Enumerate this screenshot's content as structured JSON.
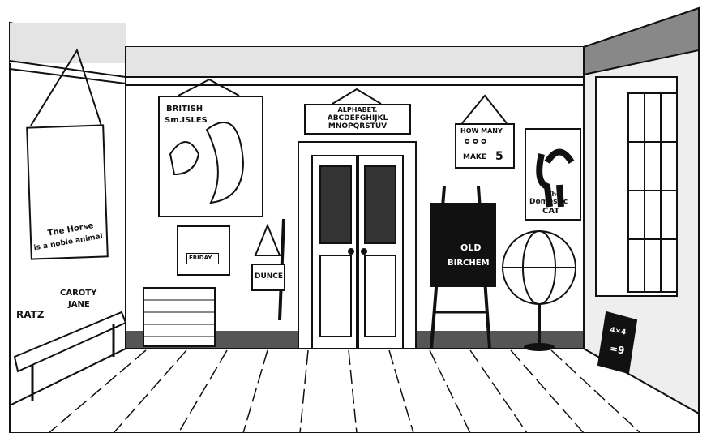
{
  "scene": {
    "colors": {
      "ink": "#111111",
      "paper": "#ffffff",
      "shade": "#d8d8d8"
    },
    "posters": {
      "horse": {
        "line1": "The Horse",
        "line2": "is a noble animal"
      },
      "map": {
        "line1": "BRITISH",
        "line2": "Sm.ISLES"
      },
      "alphabet": {
        "title": "ALPHABET.",
        "row1": "ABCDEFGHIJKL",
        "row2": "MNOPQRSTUV"
      },
      "sum": {
        "line1": "HOW MANY",
        "line3": "MAKE",
        "answer": "5"
      },
      "cat": {
        "line1": "The",
        "line2": "Domestic",
        "line3": "CAT"
      },
      "calendar": {
        "day": "FRIDAY"
      },
      "dunce": {
        "label": "DUNCE"
      },
      "blackboard": {
        "line1": "OLD",
        "line2": "BIRCHEM"
      },
      "slate": {
        "line1": "4×4",
        "line2": "=9"
      }
    },
    "graffiti": {
      "rat": "RATZ",
      "girl_line1": "CAROTY",
      "girl_line2": "JANE"
    }
  }
}
